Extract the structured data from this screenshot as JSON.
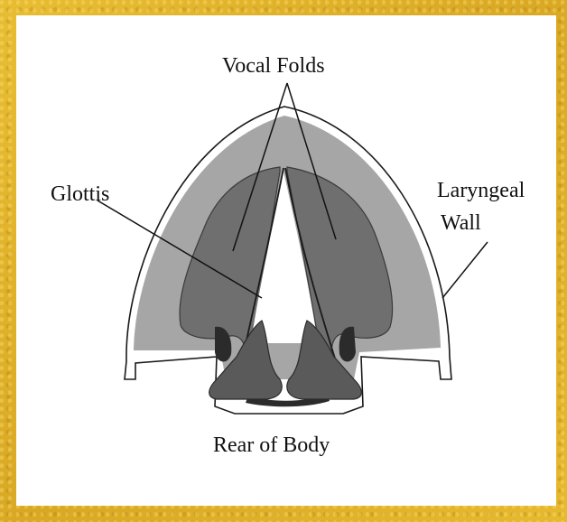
{
  "labels": {
    "vocal_folds": "Vocal Folds",
    "glottis": "Glottis",
    "laryngeal_wall_line1": "Laryngeal",
    "laryngeal_wall_line2": "Wall",
    "rear_of_body": "Rear of Body"
  },
  "colors": {
    "border": "#e2b52a",
    "outer_wall": "#a6a6a6",
    "folds": "#6f6f6f",
    "arytenoids": "#5a5a5a",
    "dark_muscle": "#2b2b2b",
    "outline": "#1a1a1a"
  }
}
